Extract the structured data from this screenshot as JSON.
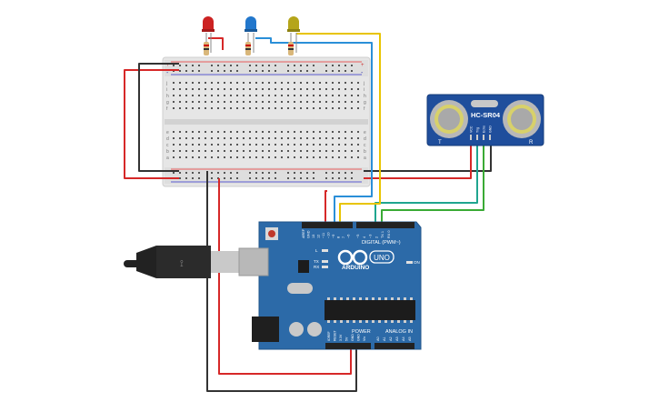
{
  "breadboard": {
    "row_letters_top": [
      "j",
      "i",
      "h",
      "g",
      "f"
    ],
    "row_letters_bottom": [
      "e",
      "d",
      "c",
      "b",
      "a"
    ],
    "rail_plus": "+",
    "rail_minus": "-"
  },
  "leds": [
    {
      "name": "led-red",
      "color": "#cc2222"
    },
    {
      "name": "led-blue",
      "color": "#2277cc"
    },
    {
      "name": "led-yellow",
      "color": "#b5a51a"
    }
  ],
  "sensor": {
    "model": "HC-SR04",
    "pins": [
      "VCC",
      "Trig",
      "Echo",
      "GND"
    ],
    "side_left": "T",
    "side_right": "R"
  },
  "arduino": {
    "logo_text": "ARDUINO",
    "model_badge": "UNO",
    "digital_header": "DIGITAL (PWM~)",
    "power_header": "POWER",
    "analog_header": "ANALOG IN",
    "led_labels": [
      "L",
      "TX",
      "RX"
    ],
    "on_label": "ON",
    "top_pins": [
      "AREF",
      "GND",
      "13",
      "12",
      "~11",
      "~10",
      "~9",
      "8",
      "7",
      "~6",
      "~5",
      "4",
      "~3",
      "2",
      "TX 1",
      "RX 0"
    ],
    "power_pins": [
      "IOREF",
      "RESET",
      "3.3V",
      "5V",
      "GND",
      "GND",
      "Vin"
    ],
    "analog_pins": [
      "A0",
      "A1",
      "A2",
      "A3",
      "A4",
      "A5"
    ]
  },
  "wire_colors": {
    "red": "#d62828",
    "black": "#333333",
    "yellow": "#e8c400",
    "blue": "#2a8fd8",
    "green": "#3aaa35",
    "teal": "#1fa58f"
  }
}
